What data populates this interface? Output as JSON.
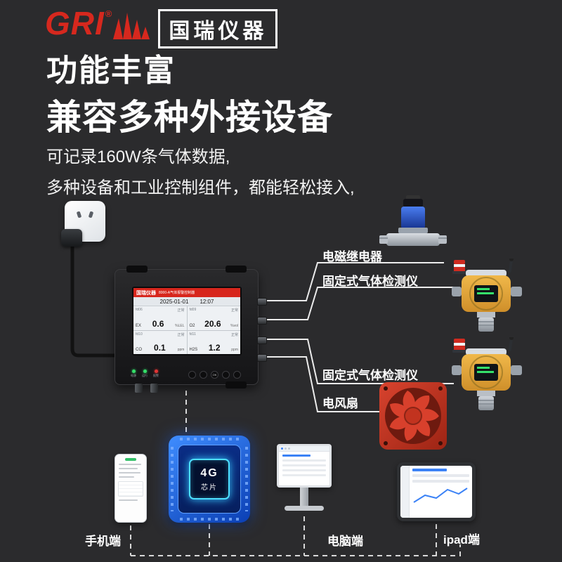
{
  "brand": {
    "logo": "GRI",
    "reg": "®",
    "name": "国瑞仪器"
  },
  "intro": {
    "h1": "功能丰富",
    "h2": "兼容多种外接设备",
    "p1": "可记录160W条气体数据,",
    "p2": "多种设备和工业控制组件，都能轻松接入,"
  },
  "controller": {
    "header_brand": "国瑞仪器",
    "header_model": "8000-A气体报警控制器",
    "date": "2025-01-01",
    "time": "12:07",
    "ok_label": "OK",
    "leds": [
      "电源",
      "运行",
      "报警"
    ],
    "channels": [
      {
        "id": "fd06",
        "status": "正常",
        "gas": "EX",
        "value": "0.6",
        "unit": "%LEL"
      },
      {
        "id": "fd09",
        "status": "正常",
        "gas": "O2",
        "value": "20.6",
        "unit": "%vol"
      },
      {
        "id": "fd10",
        "status": "正常",
        "gas": "CO",
        "value": "0.1",
        "unit": "ppm"
      },
      {
        "id": "fd11",
        "status": "正常",
        "gas": "H2S",
        "value": "1.2",
        "unit": "ppm"
      }
    ]
  },
  "peripherals": {
    "relay": "电磁继电器",
    "detector_top": "固定式气体检测仪",
    "detector_bottom": "固定式气体检测仪",
    "fan": "电风扇"
  },
  "chip": {
    "line1": "4G",
    "line2": "芯片"
  },
  "endpoints": {
    "phone": "手机端",
    "pc": "电脑端",
    "ipad": "ipad端"
  },
  "colors": {
    "background": "#2b2b2d",
    "accent_red": "#d6281e",
    "chip_blue": "#1e66e0",
    "detector_yellow": "#e2a43c",
    "fan_red": "#c23a28",
    "valve_blue": "#2f5fd0",
    "line_white": "#ececec"
  }
}
